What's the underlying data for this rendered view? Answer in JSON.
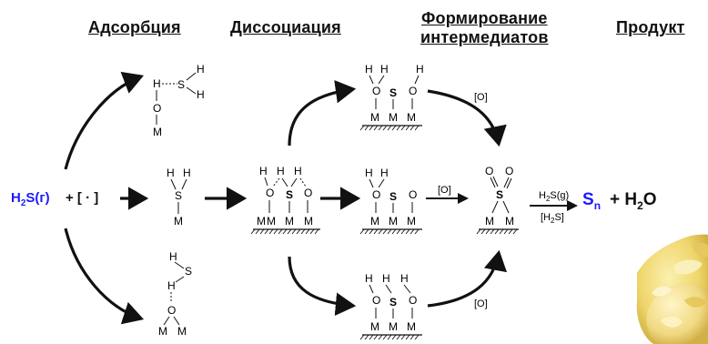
{
  "headers": {
    "adsorption": "Адсорбция",
    "dissociation": "Диссоциация",
    "formation_line1": "Формирование",
    "formation_line2": "интермедиатов",
    "product": "Продукт"
  },
  "reactants": {
    "h2s_main": "H",
    "h2s_sub": "2",
    "h2s_tail": "S(г)",
    "plus_site": "+ [ · ]"
  },
  "product": {
    "s": "S",
    "s_sub": "n",
    "plus_water": "+ H",
    "water_sub": "2",
    "water_tail": "O"
  },
  "arrow_labels": {
    "oxidant": "[O]",
    "h2s_gas_main": "H",
    "h2s_gas_sub": "2",
    "h2s_gas_tail": "S(g)",
    "h2s_ads": "[H",
    "h2s_ads_sub": "2",
    "h2s_ads_tail": "S]"
  },
  "atoms": {
    "h": "H",
    "s": "S",
    "o": "O",
    "m": "M"
  },
  "colors": {
    "accent_blue": "#1a1aff",
    "ink": "#111111",
    "sulfur_yellow": "#f2dc78"
  }
}
